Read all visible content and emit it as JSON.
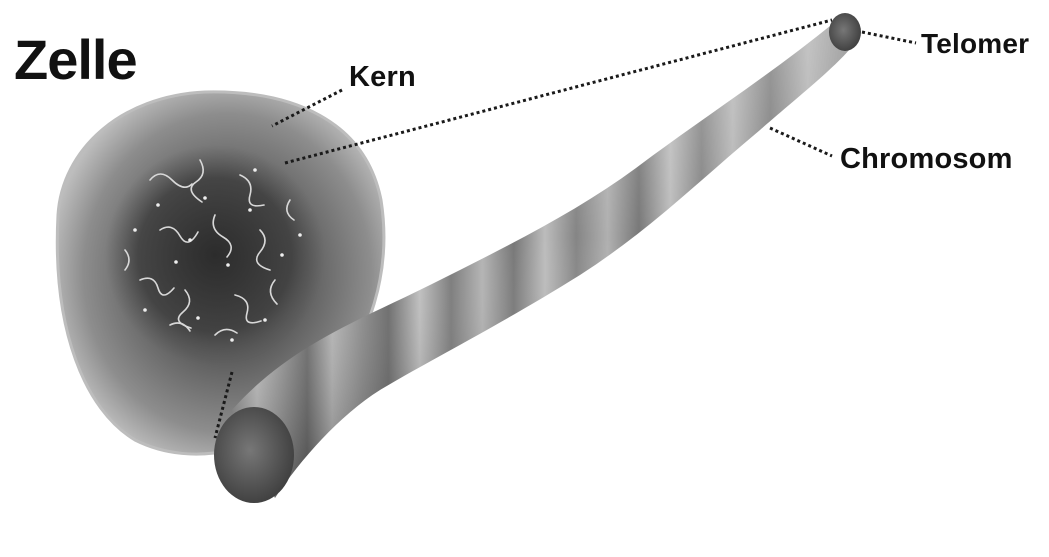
{
  "diagram": {
    "title": "Zelle",
    "labels": {
      "nucleus": "Kern",
      "telomere": "Telomer",
      "chromosome": "Chromosom"
    },
    "colors": {
      "background": "#ffffff",
      "text": "#111111",
      "cell": "#8a8a8a",
      "nucleus": "#4a4a4a",
      "chromosome_light": "#c9c9c9",
      "chromosome_dark": "#5c5c5c",
      "telomere_cap": "#4f4f4f"
    }
  }
}
